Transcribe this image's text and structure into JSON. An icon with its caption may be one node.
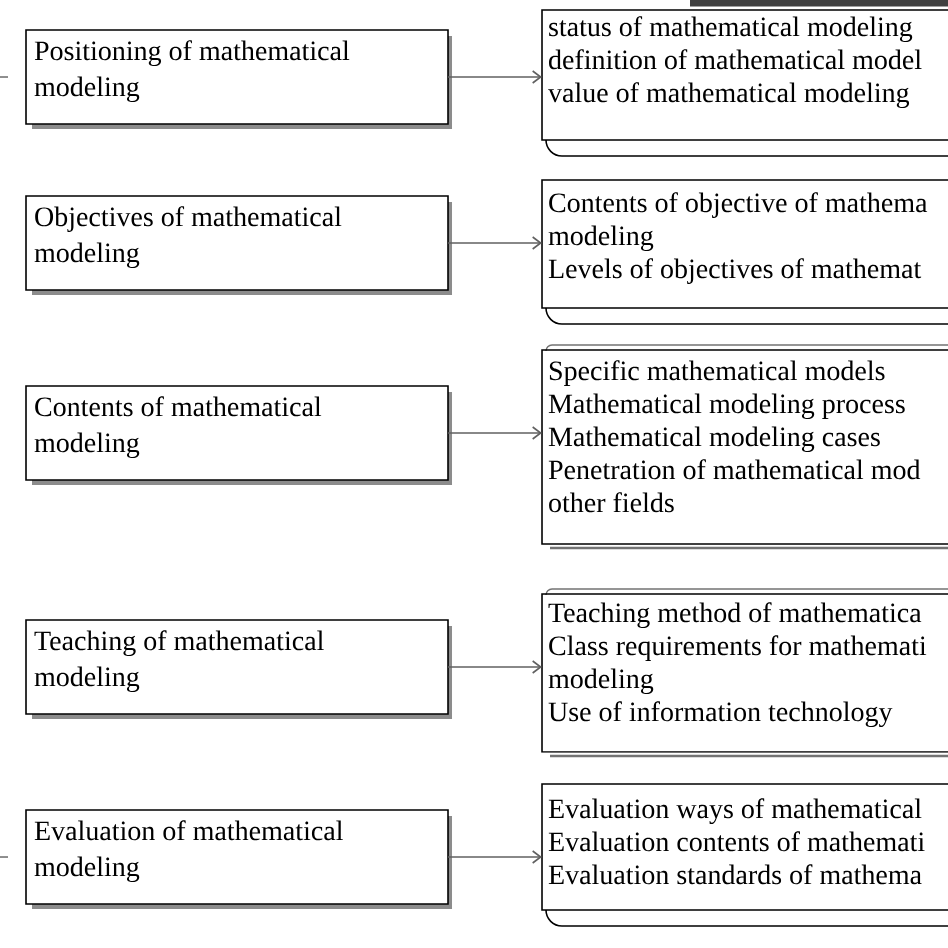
{
  "diagram": {
    "nodes": [
      {
        "text": [
          "Positioning of mathematical modeling"
        ]
      },
      {
        "text": [
          "status of mathematical modeling",
          "definition of mathematical model",
          "value of mathematical modeling"
        ]
      },
      {
        "text": [
          "Objectives of mathematical modeling"
        ]
      },
      {
        "text": [
          "Contents of objective of mathema modeling",
          "Levels of objectives of mathemat"
        ]
      },
      {
        "text": [
          "Contents of mathematical modeling"
        ]
      },
      {
        "text": [
          "Specific mathematical models",
          "Mathematical modeling process",
          "Mathematical modeling cases",
          "Penetration of mathematical mod other fields"
        ]
      },
      {
        "text": [
          "Teaching of mathematical modeling"
        ]
      },
      {
        "text": [
          "Teaching method of mathematica",
          "Class requirements for mathemati modeling",
          "Use of information technology"
        ]
      },
      {
        "text": [
          "Evaluation of mathematical modeling"
        ]
      },
      {
        "text": [
          "Evaluation ways of mathematical",
          "Evaluation contents of mathemati",
          "Evaluation standards of mathema"
        ]
      }
    ],
    "edges": [
      {
        "from": 0,
        "to": 1,
        "arrow": "to"
      },
      {
        "from": 2,
        "to": 3,
        "arrow": "to"
      },
      {
        "from": 4,
        "to": 5,
        "arrow": "to"
      },
      {
        "from": 6,
        "to": 7,
        "arrow": "to"
      },
      {
        "from": 8,
        "to": 9,
        "arrow": "to"
      }
    ]
  }
}
